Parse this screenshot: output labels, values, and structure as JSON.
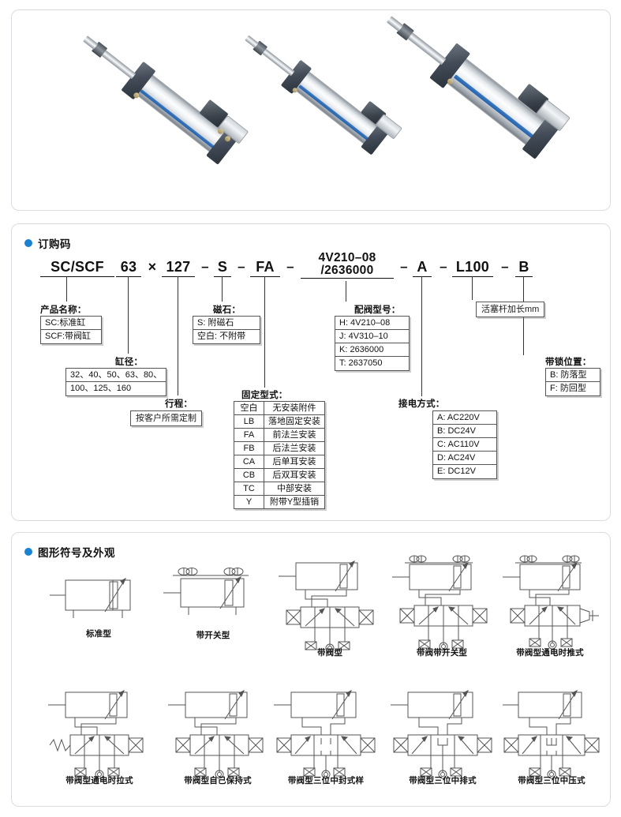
{
  "sections": {
    "order_code": {
      "title": "订购码",
      "bullet_color": "#1b81d1"
    },
    "symbols": {
      "title": "图形符号及外观",
      "bullet_color": "#1b81d1"
    }
  },
  "photos": {
    "alt_1": "pneumatic-cylinder-with-valve-1",
    "alt_2": "pneumatic-cylinder-with-valve-2",
    "alt_3": "pneumatic-cylinder-with-valve-3"
  },
  "order_code": {
    "tokens": [
      {
        "text": "SC/SCF",
        "underline": true
      },
      {
        "text": "63",
        "underline": true
      },
      {
        "text": "×",
        "underline": false
      },
      {
        "text": "127",
        "underline": true
      },
      {
        "text": "–",
        "underline": false
      },
      {
        "text": "S",
        "underline": true
      },
      {
        "text": "–",
        "underline": false
      },
      {
        "text": "FA",
        "underline": true
      },
      {
        "text": "–",
        "underline": false
      },
      {
        "text": "4V210–08",
        "text2": "/2636000",
        "underline": true
      },
      {
        "text": "–",
        "underline": false
      },
      {
        "text": "A",
        "underline": true
      },
      {
        "text": "–",
        "underline": false
      },
      {
        "text": "L100",
        "underline": true
      },
      {
        "text": "–",
        "underline": false
      },
      {
        "text": "B",
        "underline": true
      }
    ],
    "groups": {
      "product_name": {
        "label": "产品名称：",
        "rows": [
          "SC:标准缸",
          "SCF:带阀缸"
        ]
      },
      "bore": {
        "label": "缸径：",
        "rows": [
          "32、40、50、63、80、",
          "100、125、160"
        ]
      },
      "stroke": {
        "label": "行程：",
        "rows": [
          "按客户所需定制"
        ]
      },
      "magnet": {
        "label": "磁石：",
        "rows": [
          "S: 附磁石",
          "空白: 不附带"
        ]
      },
      "mounting": {
        "label": "固定型式：",
        "rows": [
          {
            "code": "空白",
            "desc": "无安装附件"
          },
          {
            "code": "LB",
            "desc": "落地固定安装"
          },
          {
            "code": "FA",
            "desc": "前法兰安装"
          },
          {
            "code": "FB",
            "desc": "后法兰安装"
          },
          {
            "code": "CA",
            "desc": "后单耳安装"
          },
          {
            "code": "CB",
            "desc": "后双耳安装"
          },
          {
            "code": "TC",
            "desc": "中部安装"
          },
          {
            "code": "Y",
            "desc": "附带Y型插销"
          }
        ]
      },
      "valve_model": {
        "label": "配阀型号：",
        "rows": [
          "H: 4V210–08",
          "J: 4V310–10",
          "K: 2636000",
          "T: 2637050"
        ]
      },
      "power": {
        "label": "接电方式：",
        "rows": [
          "A: AC220V",
          "B: DC24V",
          "C: AC110V",
          "D: AC24V",
          "E: DC12V"
        ]
      },
      "rod_extension": {
        "label": "",
        "rows": [
          "活塞杆加长mm"
        ]
      },
      "lock_position": {
        "label": "带锁位置：",
        "rows": [
          "B: 防落型",
          "F: 防回型"
        ]
      }
    }
  },
  "symbols": {
    "items": [
      {
        "caption": "标准型",
        "kind": "cylinder"
      },
      {
        "caption": "带开关型",
        "kind": "cylinder-switch"
      },
      {
        "caption": "带阀型",
        "kind": "valve-5-2-solenoid"
      },
      {
        "caption": "带阀带开关型",
        "kind": "valve-5-2-solenoid-switch"
      },
      {
        "caption": "带阀型通电时推式",
        "kind": "valve-5-2-push"
      },
      {
        "caption": "带阀型通电时拉式",
        "kind": "valve-5-2-pull"
      },
      {
        "caption": "带阀型自己保持式",
        "kind": "valve-5-2-detent"
      },
      {
        "caption": "带阀型三位中封式样",
        "kind": "valve-5-3-closed"
      },
      {
        "caption": "带阀型三位中排式",
        "kind": "valve-5-3-exhaust"
      },
      {
        "caption": "带阀型三位中压式",
        "kind": "valve-5-3-pressure"
      }
    ]
  }
}
